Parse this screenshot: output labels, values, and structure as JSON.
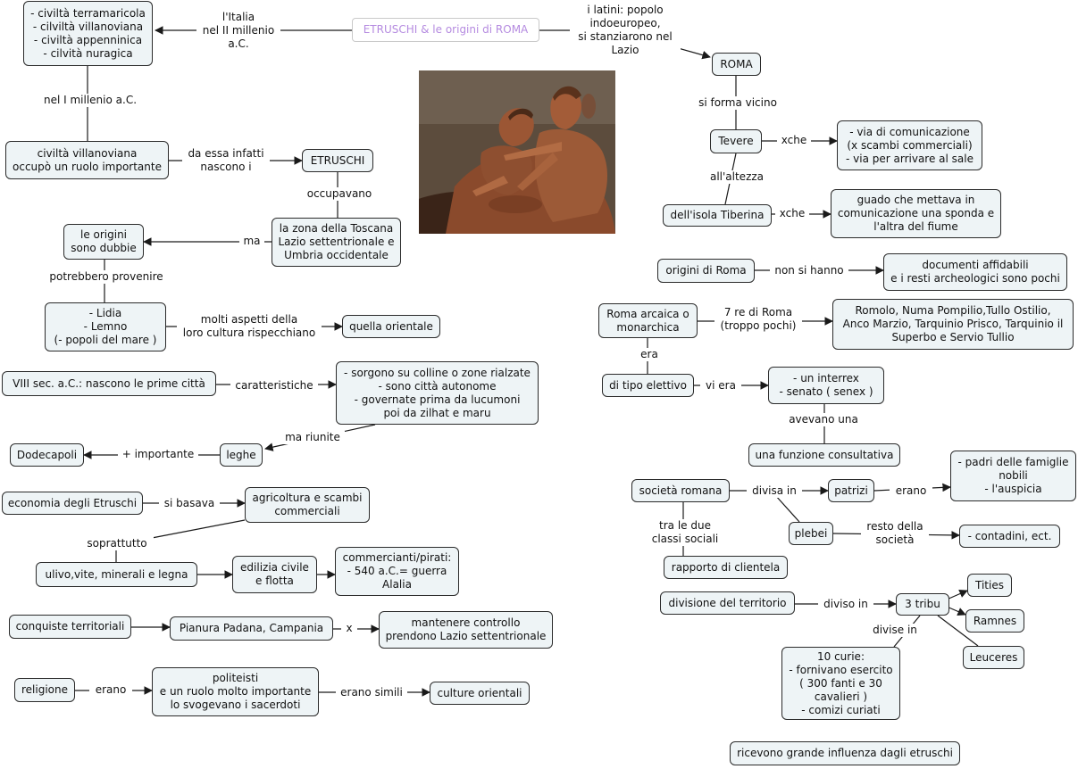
{
  "nodes": {
    "etruschi_roma": "ETRUSCHI &  le origini di ROMA",
    "civilta_list": "- civiltà terramaricola\n- cilviltà villanoviana\n- civiltà appenninica\n- cilvità nuragica",
    "villanoviana": "civiltà villanoviana\noccupò un ruolo importante",
    "etruschi": "ETRUSCHI",
    "toscana": "la zona della Toscana\nLazio settentrionale e\nUmbria occidentale",
    "origini_dubbie": "le origini\nsono dubbie",
    "lidia": "- Lidia\n- Lemno\n(- popoli del mare )",
    "orientale": "quella orientale",
    "viii_sec": "VIII sec. a.C.: nascono le prime città",
    "sorgono": "- sorgono su colline o zone rialzate\n- sono città autonome\n- governate prima da lucumoni\npoi da zilhat e maru",
    "leghe": "leghe",
    "dodecapoli": "Dodecapoli",
    "economia": "economia degli Etruschi",
    "agricoltura": "agricoltura e scambi\ncommerciali",
    "ulivo": "ulivo,vite, minerali e legna",
    "edilizia": "edilizia civile\ne flotta",
    "commercianti": "commercianti/pirati:\n- 540 a.C.= guerra\nAlalia",
    "conquiste": "conquiste territoriali",
    "pianura": "Pianura Padana, Campania",
    "mantenere": "mantenere controllo\nprendono Lazio settentrionale",
    "religione": "religione",
    "politeisti": "politeisti\ne un ruolo molto importante\nlo svogevano i sacerdoti",
    "culture": "culture orientali",
    "roma": "ROMA",
    "tevere": "Tevere",
    "via": "- via di comunicazione\n(x scambi commerciali)\n- via per arrivare al sale",
    "isola": "dell'isola Tiberina",
    "guado": "guado che mettava in\ncomunicazione una sponda e\nl'altra del fiume",
    "origini_roma": "origini di Roma",
    "documenti": "documenti affidabili\ne i resti archeologici sono pochi",
    "arcaica": "Roma arcaica o\nmonarchica",
    "romolo": "Romolo, Numa Pompilio,Tullo Ostilio,\nAnco Marzio, Tarquinio Prisco, Tarquinio il\nSuperbo e Servio Tullio",
    "elettivo": "di tipo elettivo",
    "interrex": "- un interrex\n- senato  ( senex )",
    "consultativa": "una funzione consultativa",
    "societa": "società romana",
    "patrizi": "patrizi",
    "padri": "- padri delle famiglie\nnobili\n- l'auspicia",
    "plebei": "plebei",
    "contadini": "- contadini, ect.",
    "clientela": "rapporto di clientela",
    "divisione": "divisione del territorio",
    "tribu": "3 tribu",
    "tities": "Tities",
    "ramnes": "Ramnes",
    "leuceres": "Leuceres",
    "curie": "10 curie:\n- fornivano esercito\n( 300 fanti e 30\ncavalieri )\n- comizi curiati",
    "influenza": "ricevono grande influenza dagli etruschi"
  },
  "labels": {
    "italia": "l'Italia\nnel II millenio\na.C.",
    "latini": "i latini: popolo\nindoeuropeo,\nsi stanziarono nel\nLazio",
    "i_millenio": "nel I millenio a.C.",
    "da_essa": "da essa infatti\nnascono i",
    "occupavano": "occupavano",
    "ma": "ma",
    "potrebbero": "potrebbero provenire",
    "molti_aspetti": "molti aspetti della\nloro cultura rispecchiano",
    "caratteristiche": "caratteristiche",
    "ma_riunite": "ma riunite",
    "importante": "+ importante",
    "si_basava": "si basava",
    "soprattutto": "soprattutto",
    "x": "x",
    "erano": "erano",
    "erano_simili": "erano simili",
    "si_forma": "si forma vicino",
    "xche1": "xche",
    "allaltezza": "all'altezza",
    "xche2": "xche",
    "non_si_hanno": "non si hanno",
    "sette_re": "7 re di Roma\n(troppo pochi)",
    "era": "era",
    "vi_era": "vi era",
    "avevano": "avevano una",
    "divisa_in": "divisa in",
    "erano2": "erano",
    "resto": "resto della\nsocietà",
    "tra_le_due": "tra le due\nclassi sociali",
    "diviso_in": "diviso in",
    "divise_in": "divise in"
  },
  "image": {
    "subject": "Etruscan sarcophagus of the spouses (terracotta sculpture)"
  },
  "colors": {
    "node_fill": "#eef4f6",
    "node_border": "#2b2b2b",
    "title_text": "#b58be0",
    "line": "#1a1a1a"
  }
}
